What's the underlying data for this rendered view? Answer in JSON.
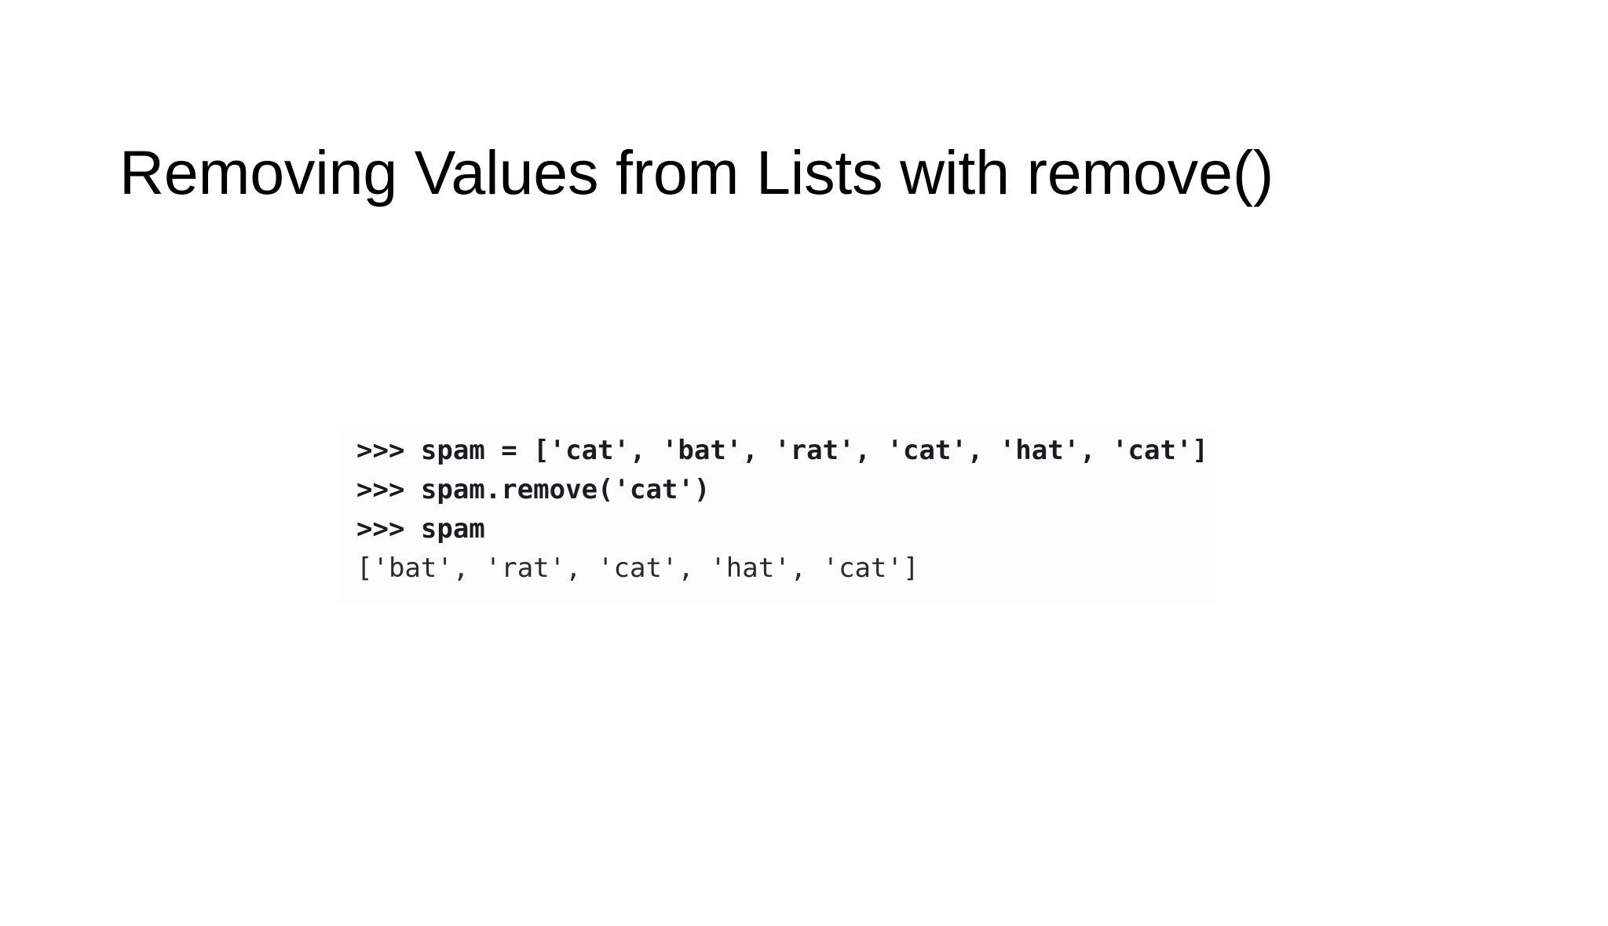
{
  "slide": {
    "title": "Removing Values from Lists with remove()",
    "background_color": "#ffffff",
    "title_color": "#000000"
  },
  "code_figure": {
    "language": "python-repl",
    "prompt": ">>>",
    "text_color": "#222228",
    "background_color": "#fdfdfd",
    "lines": [
      {
        "kind": "input",
        "text": ">>> spam = ['cat', 'bat', 'rat', 'cat', 'hat', 'cat']"
      },
      {
        "kind": "input",
        "text": ">>> spam.remove('cat')"
      },
      {
        "kind": "input",
        "text": ">>> spam"
      },
      {
        "kind": "output",
        "text": "['bat', 'rat', 'cat', 'hat', 'cat']"
      }
    ]
  }
}
